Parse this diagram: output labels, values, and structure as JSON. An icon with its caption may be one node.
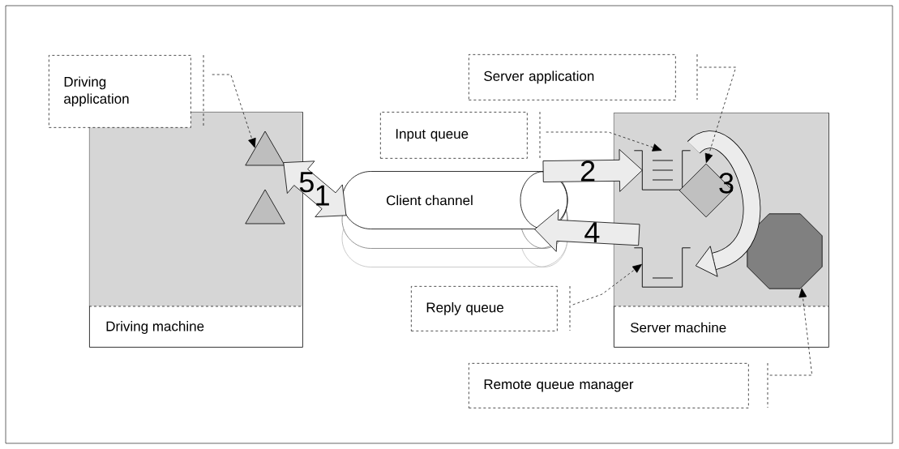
{
  "diagram": {
    "nodes": [
      {
        "text": [
          "Driving machine"
        ]
      },
      {
        "text": [
          "Server machine"
        ]
      },
      {
        "text": [
          "Client channel"
        ]
      },
      {
        "text": [
          "Driving application"
        ]
      },
      {
        "text": [
          "Server application"
        ]
      },
      {
        "text": [
          "Input queue"
        ]
      },
      {
        "text": [
          "Reply queue"
        ]
      },
      {
        "text": [
          "Remote queue manager"
        ]
      },
      {
        "text": [],
        "shape": "triangle",
        "in": 0
      },
      {
        "text": [],
        "shape": "triangle",
        "in": 0
      },
      {
        "text": [],
        "shape": "queue",
        "in": 1
      },
      {
        "text": [],
        "shape": "queue",
        "in": 1
      },
      {
        "text": [],
        "shape": "diamond",
        "in": 1
      },
      {
        "text": [],
        "shape": "octagon",
        "in": 1
      }
    ],
    "edges": [
      {
        "from": 8,
        "to": 2,
        "arrow": "both",
        "label": "1"
      },
      {
        "from": 2,
        "to": 10,
        "arrow": "to",
        "label": "2"
      },
      {
        "from": 10,
        "to": 11,
        "arrow": "to",
        "label": "3",
        "style": "thick"
      },
      {
        "from": 11,
        "to": 2,
        "arrow": "to",
        "label": "4"
      },
      {
        "from": 3,
        "to": 8,
        "arrow": "to",
        "style": "dashed"
      },
      {
        "from": 4,
        "to": 12,
        "arrow": "to",
        "style": "dashed"
      },
      {
        "from": 5,
        "to": 10,
        "arrow": "to",
        "style": "dashed"
      },
      {
        "from": 6,
        "to": 11,
        "arrow": "to",
        "style": "dashed"
      },
      {
        "from": 7,
        "to": 13,
        "arrow": "to",
        "style": "dashed"
      }
    ],
    "labels": [
      "5"
    ]
  }
}
